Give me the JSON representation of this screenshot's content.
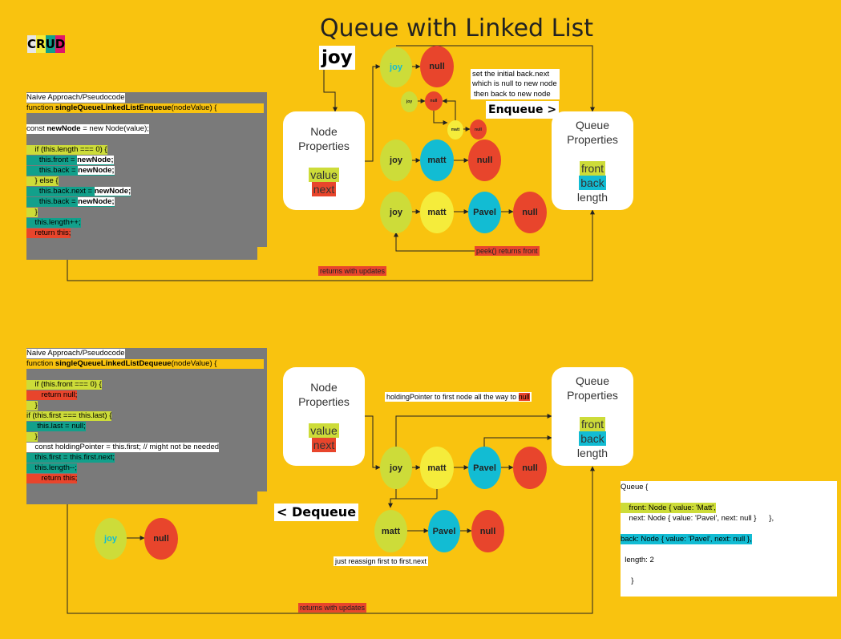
{
  "title": "Queue with Linked List",
  "crud": [
    "C",
    "R",
    "U",
    "D"
  ],
  "crud_colors": [
    "#e6e6e6",
    "#f5ec3b",
    "#12a08b",
    "#e0176b"
  ],
  "joy_label": "joy",
  "enqueue": {
    "code": [
      {
        "text": "Naive Approach/Pseudocode",
        "style": "white"
      },
      {
        "text": "function ",
        "bold": "singleQueueLinkedListEnqueue",
        "rest": "(nodeValue) {",
        "style": "yellow"
      },
      {
        "text": "",
        "style": "none"
      },
      {
        "text": "const ",
        "bold": "newNode",
        "rest": " = new Node(value);",
        "style": "white"
      },
      {
        "text": "",
        "style": "none"
      },
      {
        "text": "    if (this.length === 0) {",
        "style": "lime"
      },
      {
        "text": "      this.front = ",
        "bold": "newNode;",
        "rest": "",
        "style": "teal"
      },
      {
        "text": "      this.back = ",
        "bold": "newNode;",
        "rest": "",
        "style": "teal"
      },
      {
        "text": "    } else {",
        "style": "lime"
      },
      {
        "text": "      this.back.next = ",
        "bold": "newNode;",
        "rest": "",
        "style": "teal"
      },
      {
        "text": "      this.back = ",
        "bold": "newNode;",
        "rest": "",
        "style": "teal"
      },
      {
        "text": "    }",
        "style": "lime"
      },
      {
        "text": "    this.length++;",
        "style": "teal"
      },
      {
        "text": "    return this;",
        "style": "red"
      }
    ],
    "node_card": {
      "title1": "Node",
      "title2": "Properties",
      "value": "value",
      "next": "next"
    },
    "queue_card": {
      "title1": "Queue",
      "title2": "Properties",
      "front": "front",
      "back": "back",
      "length": "length"
    },
    "note": [
      "set the initial back.next",
      "which is null to new node",
      "then back to new node"
    ],
    "enqueue_label": "Enqueue >",
    "peek_label": "peek() returns front",
    "returns_label": "returns with updates",
    "nodes": {
      "joy": "joy",
      "matt": "matt",
      "pavel": "Pavel",
      "null": "null"
    }
  },
  "dequeue": {
    "code": [
      {
        "text": "Naive Approach/Pseudocode",
        "style": "white"
      },
      {
        "text": "function ",
        "bold": "singleQueueLinkedListDequeue",
        "rest": "(nodeValue) {",
        "style": "yellow"
      },
      {
        "text": "",
        "style": "none"
      },
      {
        "text": "    if (this.front === 0) {",
        "style": "lime"
      },
      {
        "text": "       return null;",
        "style": "red"
      },
      {
        "text": "    }",
        "style": "lime"
      },
      {
        "text": "if (this.first === this.last) {",
        "style": "lime"
      },
      {
        "text": "     this.last = null;",
        "style": "teal"
      },
      {
        "text": "    }",
        "style": "lime"
      },
      {
        "text": "    const holdingPointer = this.first; // might not be needed",
        "style": "white"
      },
      {
        "text": "    this.first = this.first.next;",
        "style": "teal"
      },
      {
        "text": "    this.length--;",
        "style": "teal"
      },
      {
        "text": "       return this;",
        "style": "red"
      }
    ],
    "node_card": {
      "title1": "Node",
      "title2": "Properties",
      "value": "value",
      "next": "next"
    },
    "queue_card": {
      "title1": "Queue",
      "title2": "Properties",
      "front": "front",
      "back": "back",
      "length": "length"
    },
    "holding_label": "holdingPointer to first node all the way to ",
    "holding_null": "null",
    "dequeue_label": "< Dequeue",
    "reassign_label": "just  reassign first to first.next",
    "returns_label": "returns with updates",
    "nodes": {
      "joy": "joy",
      "matt": "matt",
      "pavel": "Pavel",
      "null": "null"
    }
  },
  "queue_object": [
    {
      "text": "Queue {",
      "style": "none"
    },
    {
      "text": "",
      "style": "none"
    },
    {
      "text": "    front: Node { value: 'Matt',",
      "style": "lime"
    },
    {
      "text": "    next: Node { value: 'Pavel', next: null }      },",
      "style": "mixed"
    },
    {
      "text": "",
      "style": "none"
    },
    {
      "text": "back: Node { value: 'Pavel', next: null },",
      "style": "cyan"
    },
    {
      "text": "",
      "style": "none"
    },
    {
      "text": "  length: 2",
      "style": "none"
    },
    {
      "text": "",
      "style": "none"
    },
    {
      "text": "     }",
      "style": "none"
    }
  ],
  "colors": {
    "background": "#f9c30f",
    "lime": "#cddc39",
    "yellow": "#f5ec3b",
    "red": "#e8452c",
    "cyan": "#12bcd3",
    "teal": "#12a08b",
    "code_bg": "#7a7a7a"
  }
}
